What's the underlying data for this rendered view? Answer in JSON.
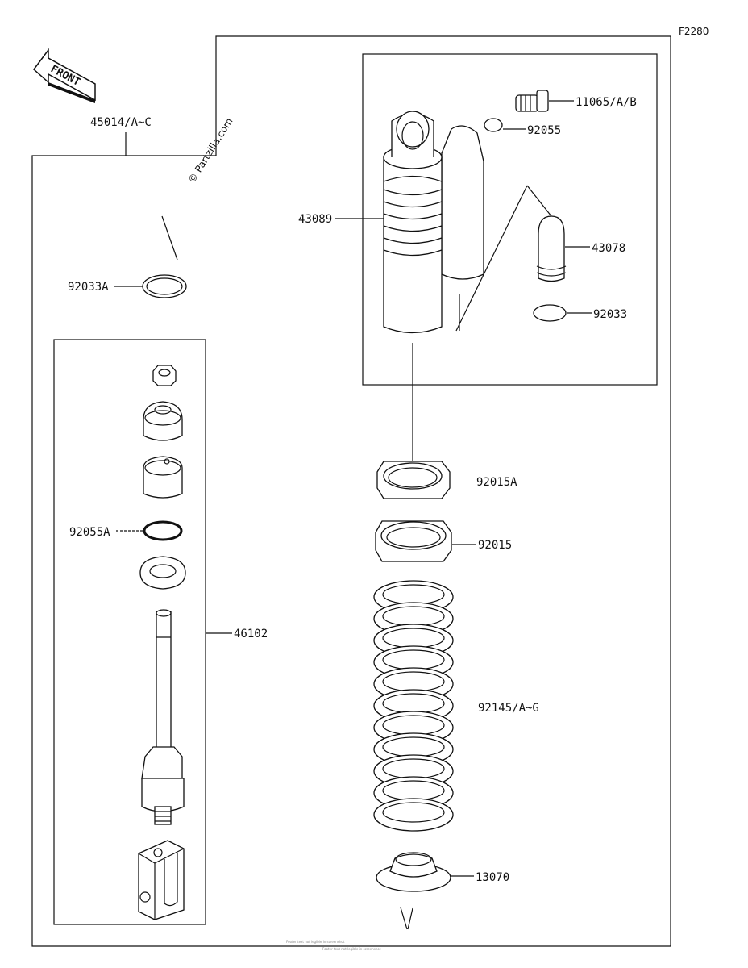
{
  "diagram_code": "F2280",
  "front_label": "FRONT",
  "watermark": "© Partzilla.com",
  "parts": {
    "assembly": "45014/A~C",
    "circlip_top": "92033A",
    "body": "43089",
    "valve": "11065/A/B",
    "oring_valve": "92055",
    "bladder": "43078",
    "circlip_reservoir": "92033",
    "locknut": "92015A",
    "adjuster": "92015",
    "spring": "92145/A~G",
    "seat": "13070",
    "oring_rod": "92055A",
    "rod_assembly": "46102"
  },
  "footer_line1": "Footer text not legible in screenshot",
  "footer_line2": "Footer text not legible in screenshot"
}
